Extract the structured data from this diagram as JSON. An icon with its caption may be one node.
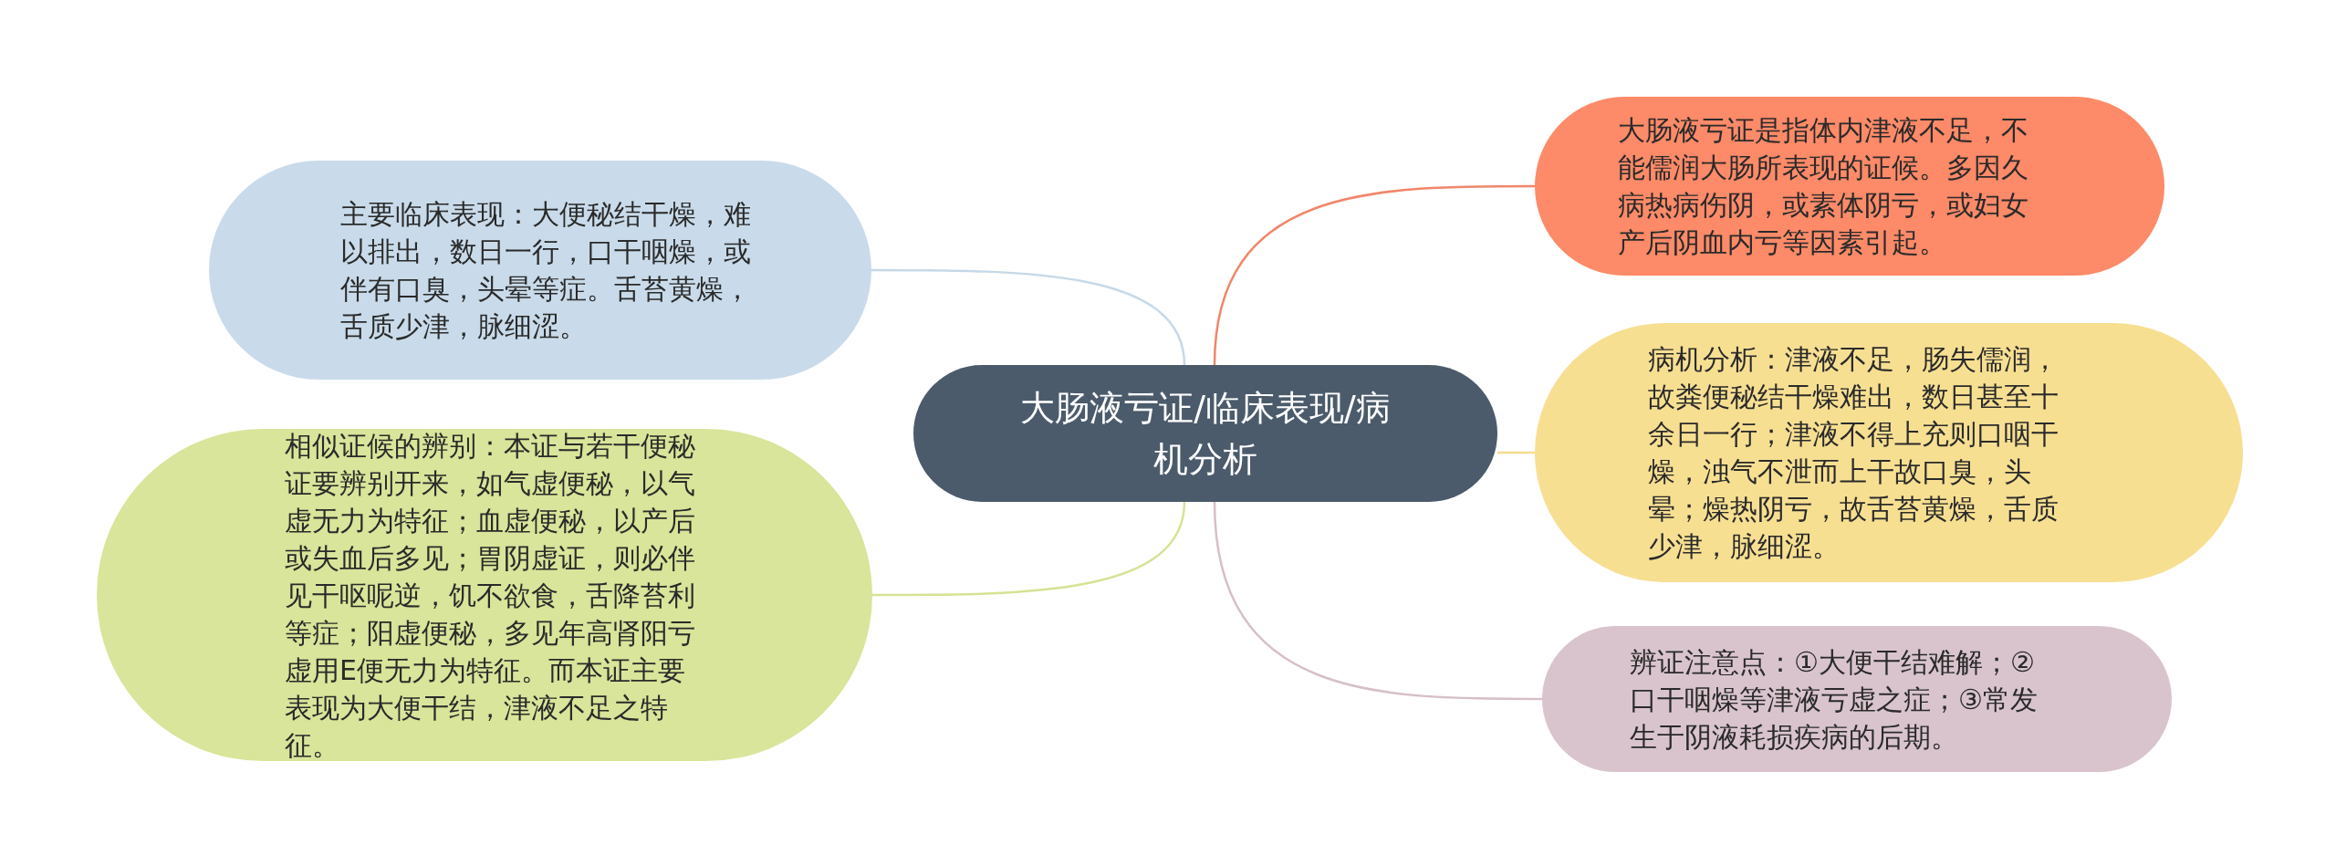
{
  "diagram": {
    "nodes": [
      {
        "text": [
          "大肠液亏证/临床表现/病机分析"
        ]
      },
      {
        "text": [
          "大肠液亏证是指体内津液不足，不能儒润大肠所表现的证候。多因久病热病伤阴，或素体阴亏，或妇女产后阴血内亏等因素引起。"
        ]
      },
      {
        "text": [
          "病机分析：津液不足，肠失儒润，故粪便秘结干燥难出，数日甚至十余日一行；津液不得上充则口咽干燥，浊气不泄而上干故口臭，头晕；燥热阴亏，故舌苔黄燥，舌质少津，脉细涩。"
        ]
      },
      {
        "text": [
          "辨证注意点：①大便干结难解；②口干咽燥等津液亏虚之症；③常发生于阴液耗损疾病的后期。"
        ]
      },
      {
        "text": [
          "主要临床表现：大便秘结干燥，难以排出，数日一行，口干咽燥，或伴有口臭，头晕等症。舌苔黄燥，舌质少津，脉细涩。"
        ]
      },
      {
        "text": [
          "相似证候的辨别：本证与若干便秘证要辨别开来，如气虚便秘，以气虚无力为特征；血虚便秘，以产后或失血后多见；胃阴虚证，则必伴见干呕呢逆，饥不欲食，舌降苔利等症；阳虚便秘，多见年高肾阳亏虚用E便无力为特征。而本证主要表现为大便干结，津液不足之特征。"
        ]
      }
    ],
    "edges": [
      {
        "from": 0,
        "to": 1,
        "arrow": "none",
        "color": "#f0876a"
      },
      {
        "from": 0,
        "to": 2,
        "arrow": "none",
        "color": "#f5dc8f"
      },
      {
        "from": 0,
        "to": 3,
        "arrow": "none",
        "color": "#d6bfc8"
      },
      {
        "from": 0,
        "to": 4,
        "arrow": "none",
        "color": "#c6d9e8"
      },
      {
        "from": 0,
        "to": 5,
        "arrow": "none",
        "color": "#d5e394"
      }
    ]
  }
}
